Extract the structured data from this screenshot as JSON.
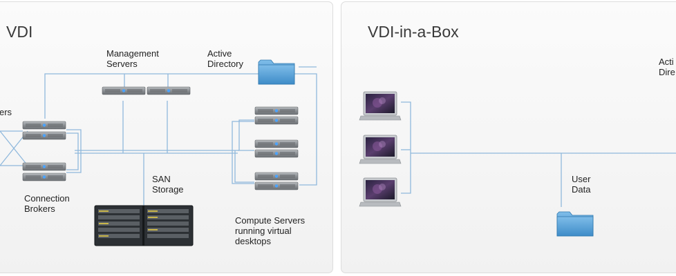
{
  "left_panel": {
    "title": "VDI",
    "labels": {
      "users_partial": "ers",
      "management_servers": "Management\nServers",
      "active_directory": "Active\nDirectory",
      "san_storage": "SAN\nStorage",
      "connection_brokers": "Connection\nBrokers",
      "compute_servers": "Compute Servers\nrunning virtual\ndesktops"
    }
  },
  "right_panel": {
    "title": "VDI-in-a-Box",
    "labels": {
      "active_directory_partial": "Acti\nDire",
      "user_data": "User\nData"
    }
  },
  "colors": {
    "connector": "#8fb8dc",
    "folder": "#5aa2d8",
    "server": "#8e9296",
    "storage": "#2e3236"
  }
}
